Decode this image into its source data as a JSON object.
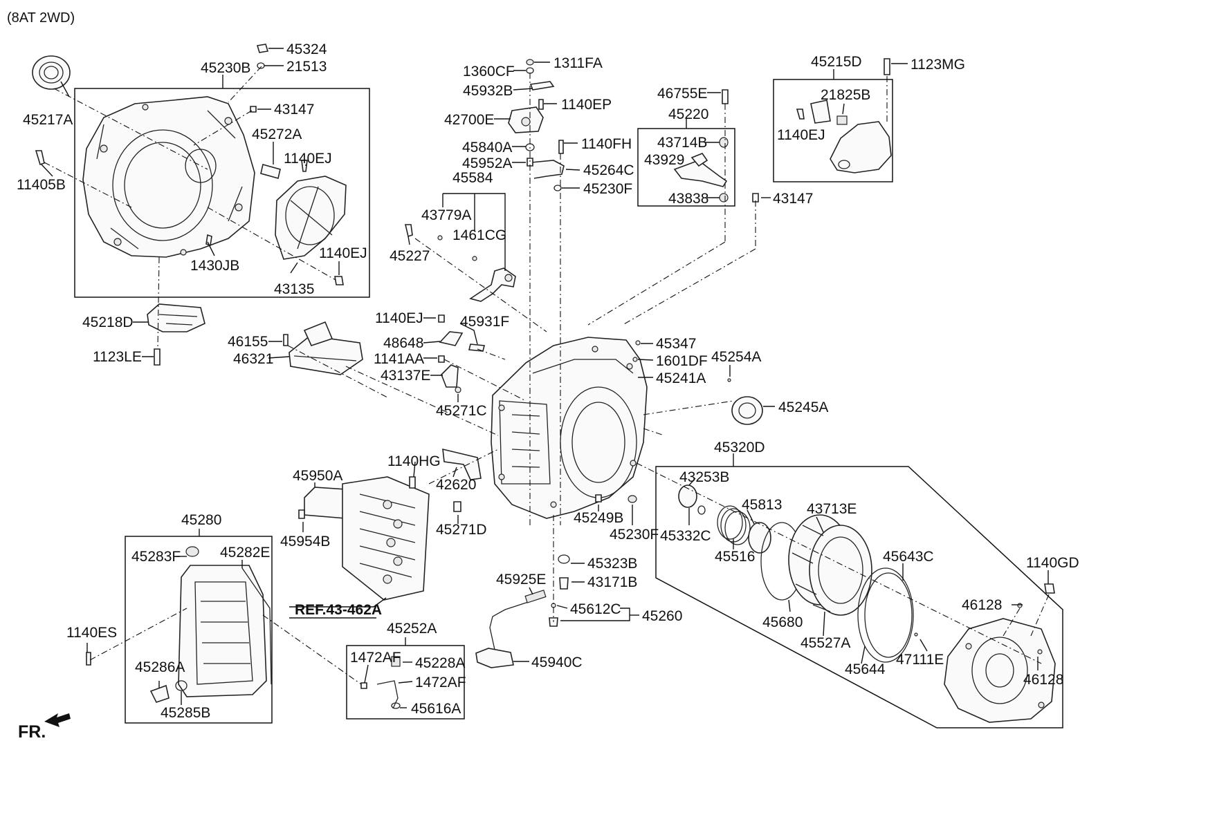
{
  "title": "(8AT 2WD)",
  "ref_label": "REF.43-462A",
  "fr_label": "FR.",
  "parts": {
    "p45324": "45324",
    "p21513": "21513",
    "p45230B": "45230B",
    "p45217A": "45217A",
    "p43147a": "43147",
    "p45272A": "45272A",
    "p1140EJa": "1140EJ",
    "p11405B": "11405B",
    "p1430JB": "1430JB",
    "p43135": "43135",
    "p1140EJb": "1140EJ",
    "p45218D": "45218D",
    "p1123LE": "1123LE",
    "p1360CF": "1360CF",
    "p1311FA": "1311FA",
    "p45932B": "45932B",
    "p1140EP": "1140EP",
    "p42700E": "42700E",
    "p45840A": "45840A",
    "p1140FH": "1140FH",
    "p45952A": "45952A",
    "p45264C": "45264C",
    "p45584": "45584",
    "p45230Fa": "45230F",
    "p43779A": "43779A",
    "p1461CG": "1461CG",
    "p45227": "45227",
    "p46755E": "46755E",
    "p45220": "45220",
    "p43714B": "43714B",
    "p43929": "43929",
    "p43838": "43838",
    "p45215D": "45215D",
    "p1123MG": "1123MG",
    "p21825B": "21825B",
    "p1140EJc": "1140EJ",
    "p43147b": "43147",
    "p1140EJd": "1140EJ",
    "p45931F": "45931F",
    "p46155": "46155",
    "p46321": "46321",
    "p48648": "48648",
    "p1141AA": "1141AA",
    "p43137E": "43137E",
    "p45271C": "45271C",
    "p45347": "45347",
    "p1601DF": "1601DF",
    "p45241A": "45241A",
    "p45254A": "45254A",
    "p45245A": "45245A",
    "p45320D": "45320D",
    "p43253B": "43253B",
    "p45813": "45813",
    "p43713E": "43713E",
    "p45332C": "45332C",
    "p45516": "45516",
    "p45643C": "45643C",
    "p1140GD": "1140GD",
    "p1140HG": "1140HG",
    "p45950A": "45950A",
    "p42620": "42620",
    "p45954B": "45954B",
    "p45271D": "45271D",
    "p45249B": "45249B",
    "p45230Fb": "45230F",
    "p45323B": "45323B",
    "p45280": "45280",
    "p45283F": "45283F",
    "p45282E": "45282E",
    "p43171B": "43171B",
    "p45925E": "45925E",
    "p45612C": "45612C",
    "p45260": "45260",
    "p45680": "45680",
    "p46128a": "46128",
    "p45527A": "45527A",
    "p1140ES": "1140ES",
    "p45252A": "45252A",
    "p1472AFa": "1472AF",
    "p45228A": "45228A",
    "p45940C": "45940C",
    "p47111E": "47111E",
    "p45644": "45644",
    "p46128b": "46128",
    "p45286A": "45286A",
    "p1472AFb": "1472AF",
    "p45616A": "45616A",
    "p45285B": "45285B"
  },
  "icons": {
    "front_arrow": "front-direction-arrow-icon"
  }
}
